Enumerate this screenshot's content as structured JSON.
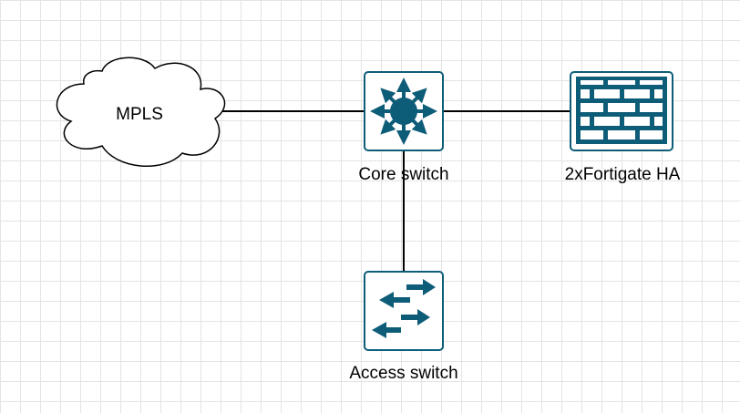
{
  "diagram": {
    "colors": {
      "device_fill": "#ffffff",
      "device_stroke": "#0e5d78",
      "device_accent": "#0e5d78",
      "edge": "#000000",
      "cloud_stroke": "#000000"
    },
    "nodes": {
      "mpls": {
        "label": "MPLS",
        "shape": "cloud"
      },
      "core": {
        "label": "Core switch",
        "icon": "layer3-switch-icon"
      },
      "firewall": {
        "label": "2xFortigate HA",
        "icon": "firewall-icon"
      },
      "access": {
        "label": "Access switch",
        "icon": "access-switch-icon"
      }
    },
    "edges": [
      {
        "from": "MPLS",
        "to": "Core switch"
      },
      {
        "from": "Core switch",
        "to": "2xFortigate HA"
      },
      {
        "from": "Core switch",
        "to": "Access switch"
      }
    ]
  }
}
